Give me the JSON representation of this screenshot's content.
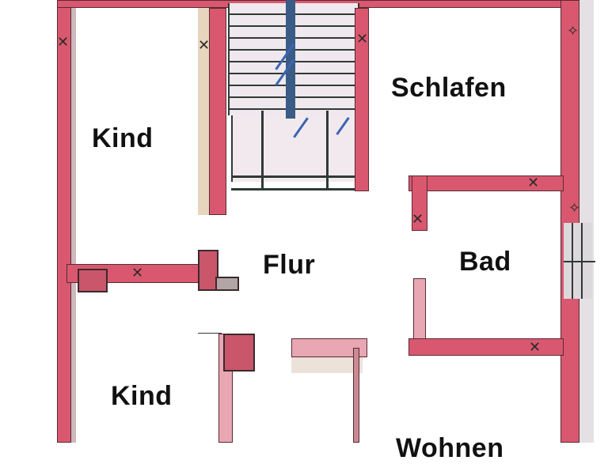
{
  "diagram": {
    "type": "floor-plan",
    "rooms": [
      {
        "id": "kind-top",
        "label": "Kind"
      },
      {
        "id": "schlafen",
        "label": "Schlafen"
      },
      {
        "id": "flur",
        "label": "Flur"
      },
      {
        "id": "bad",
        "label": "Bad"
      },
      {
        "id": "kind-bottom",
        "label": "Kind"
      },
      {
        "id": "bottom-cutoff",
        "label": "Wohnen"
      }
    ],
    "colors": {
      "wall": "#d9586f",
      "wall_outline": "#5a2a33",
      "stairs_lines": "#2f3a34",
      "stairs_arrow": "#3a5b86",
      "label": "#111111",
      "background": "#ffffff"
    }
  }
}
